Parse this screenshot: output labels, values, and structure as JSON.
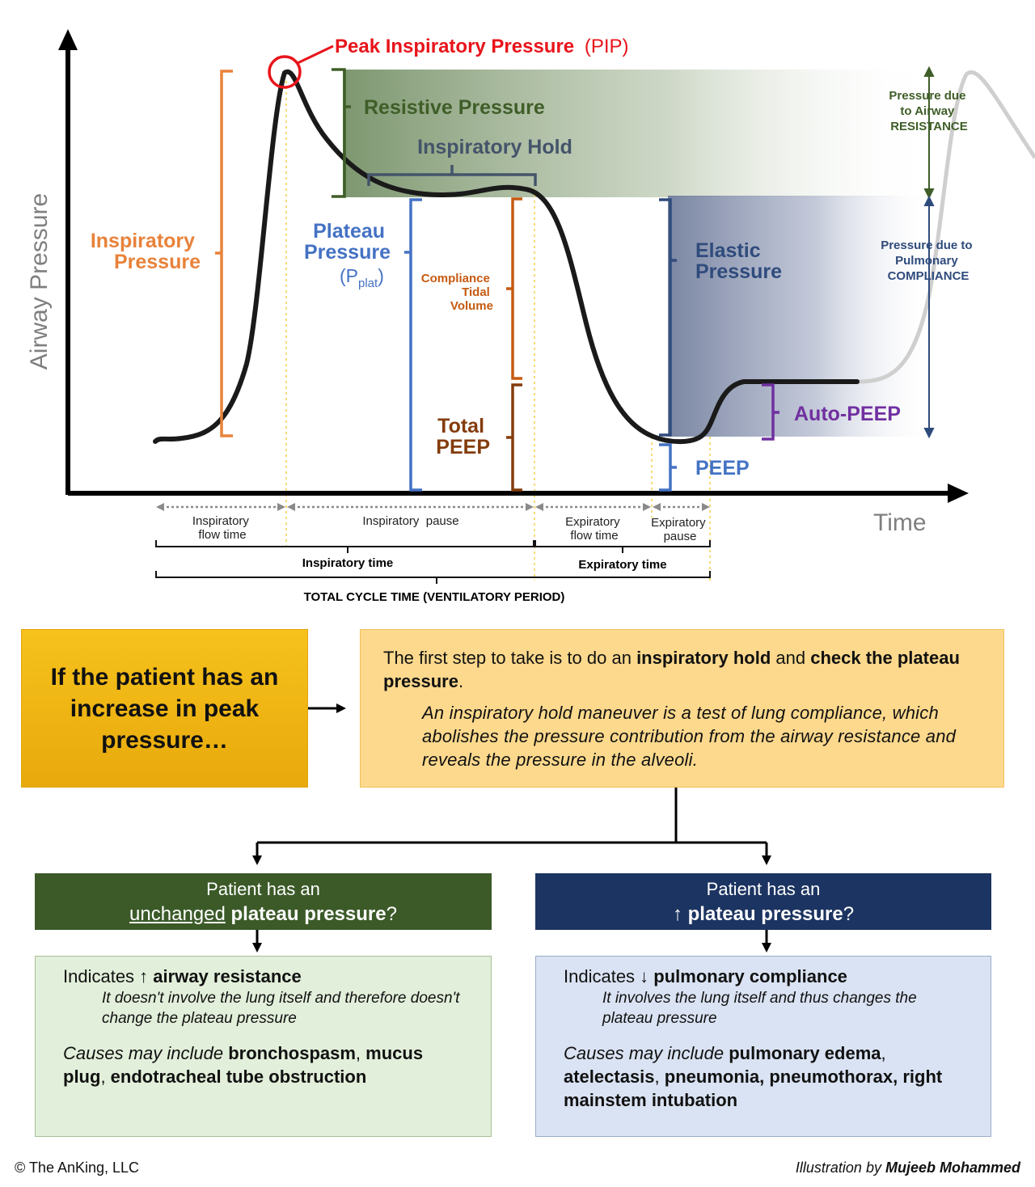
{
  "diagram": {
    "y_axis_label": "Airway Pressure",
    "x_axis_label": "Time",
    "pip": {
      "main": "Peak Inspiratory Pressure",
      "abbr": "(PIP)"
    },
    "resistive_pressure": "Resistive Pressure",
    "inspiratory_hold": "Inspiratory Hold",
    "inspiratory_pressure": {
      "line1": "Inspiratory",
      "line2": "Pressure"
    },
    "plateau_pressure": {
      "line1": "Plateau",
      "line2": "Pressure",
      "sym": "(P",
      "sub": "plat",
      "close": ")"
    },
    "compliance_tidal_volume": {
      "line1": "Compliance",
      "line2": "Tidal",
      "line3": "Volume"
    },
    "total_peep": {
      "line1": "Total",
      "line2": "PEEP"
    },
    "elastic_pressure": {
      "line1": "Elastic",
      "line2": "Pressure"
    },
    "auto_peep": "Auto-PEEP",
    "peep": "PEEP",
    "airway_resistance_note": {
      "line1": "Pressure due",
      "line2": "to Airway",
      "line3": "RESISTANCE"
    },
    "compliance_note": {
      "line1": "Pressure due to",
      "line2": "Pulmonary",
      "line3": "COMPLIANCE"
    },
    "timeline": {
      "insp_flow_time": {
        "line1": "Inspiratory",
        "line2": "flow time"
      },
      "insp_pause": "Inspiratory  pause",
      "exp_flow_time": {
        "line1": "Expiratory",
        "line2": "flow time"
      },
      "exp_pause": {
        "line1": "Expiratory",
        "line2": "pause"
      },
      "insp_time": "Inspiratory time",
      "exp_time": "Expiratory time",
      "total_cycle": "TOTAL CYCLE TIME (VENTILATORY PERIOD)"
    },
    "colors": {
      "pip_red": "#e8141a",
      "orange": "#e8823a",
      "green": "#3f5e28",
      "slate": "#44546a",
      "blue": "#4472c4",
      "brown": "#c55a11",
      "dark_brown": "#843c0c",
      "navy": "#2f4b7c",
      "purple": "#7030a0"
    }
  },
  "flow": {
    "trigger": "If the patient has an increase in peak pressure…",
    "step": {
      "t1": "The first step to take is to do an ",
      "b1": "inspiratory hold",
      "t2": " and ",
      "b2": "check the plateau pressure",
      "t3": ".",
      "note": "An inspiratory hold maneuver is a test of lung compliance, which abolishes the pressure contribution from the airway resistance and reveals the pressure in the alveoli."
    },
    "left": {
      "hdr_line1": "Patient has an",
      "hdr_u": "unchanged",
      "hdr_b": "plateau pressure",
      "hdr_q": "?",
      "indicates": "Indicates ",
      "arrow": "↑",
      "finding": "airway resistance",
      "note": "It doesn't involve the lung itself and therefore doesn't change the plateau pressure",
      "causes_pre": "Causes may include ",
      "c1": "bronchospasm",
      "sep1": ", ",
      "c2": "mucus plug",
      "sep2": ", ",
      "c3": "endotracheal tube obstruction"
    },
    "right": {
      "hdr_line1": "Patient has an",
      "hdr_arrow": "↑",
      "hdr_b": "plateau pressure",
      "hdr_q": "?",
      "indicates": "Indicates ",
      "arrow": "↓",
      "finding": "pulmonary compliance",
      "note": "It involves the lung itself and thus changes the plateau pressure",
      "causes_pre": "Causes may include ",
      "c1": "pulmonary edema",
      "sep1": ", ",
      "c2": "atelectasis",
      "sep2": ", ",
      "c3": "pneumonia, pneumothorax, right mainstem intubation"
    }
  },
  "footer": {
    "left": "© The AnKing, LLC",
    "right_pre": "Illustration by ",
    "right_name": "Mujeeb Mohammed"
  }
}
